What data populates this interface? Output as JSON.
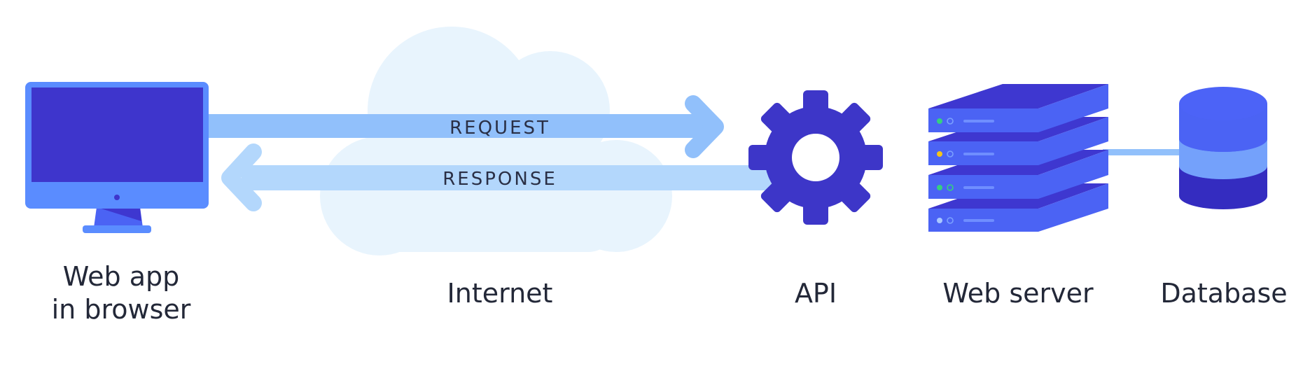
{
  "diagram": {
    "arrows": {
      "request": "REQUEST",
      "response": "RESPONSE"
    },
    "labels": {
      "web_app_line1": "Web app",
      "web_app_line2": "in browser",
      "internet": "Internet",
      "api": "API",
      "web_server": "Web server",
      "database": "Database"
    },
    "server_status_lights": [
      "green",
      "yellow",
      "green",
      "light-blue"
    ],
    "icons": [
      "monitor-icon",
      "cloud-icon",
      "gear-icon",
      "server-stack-icon",
      "database-icon"
    ],
    "colors": {
      "cloud": "#e8f4fd",
      "request_arrow": "#91c0fb",
      "response_arrow": "#b3d7fc",
      "monitor_screen": "#3e35cc",
      "monitor_frame": "#5a8cff",
      "gear": "#3d36c8",
      "server_top": "#3e37d0",
      "server_front": "#4b63f4",
      "database_top": "#4c63f7",
      "database_band": "#74a1fb",
      "database_bottom": "#342cc0",
      "light_green": "#35d07f",
      "light_yellow": "#f5c518",
      "light_blue": "#a9c8ff",
      "text": "#232838"
    }
  }
}
